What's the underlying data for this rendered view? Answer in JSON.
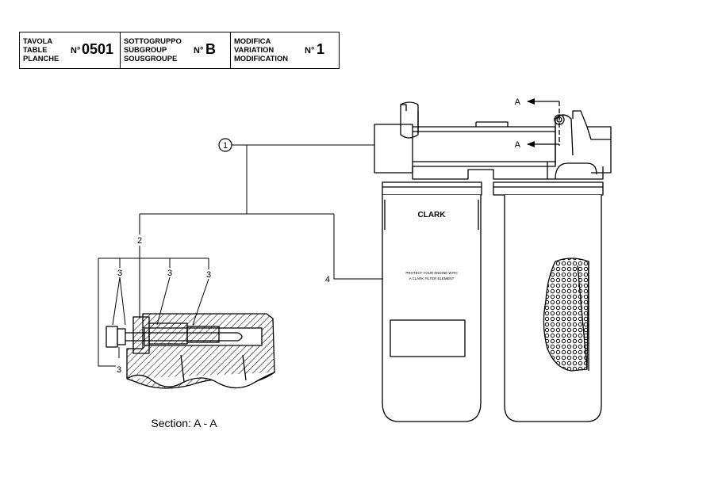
{
  "header": {
    "table": {
      "labels": [
        "TAVOLA",
        "TABLE",
        "PLANCHE"
      ],
      "no": "N°",
      "value": "0501"
    },
    "subgroup": {
      "labels": [
        "SOTTOGRUPPO",
        "SUBGROUP",
        "SOUSGROUPE"
      ],
      "no": "N°",
      "value": "B"
    },
    "modification": {
      "labels": [
        "MODIFICA",
        "VARIATION",
        "MODIFICATION"
      ],
      "no": "N°",
      "value": "1"
    }
  },
  "drawing": {
    "callouts": {
      "c1": "1",
      "c2": "2",
      "c3": "3",
      "c4": "4"
    },
    "section_marker": "A",
    "filter_brand": "CLARK",
    "filter_label_line1": "PROTECT YOUR ENGINE WITH",
    "filter_label_line2": "A CLARK FILTER ELEMENT",
    "section_caption": "Section: A - A"
  }
}
